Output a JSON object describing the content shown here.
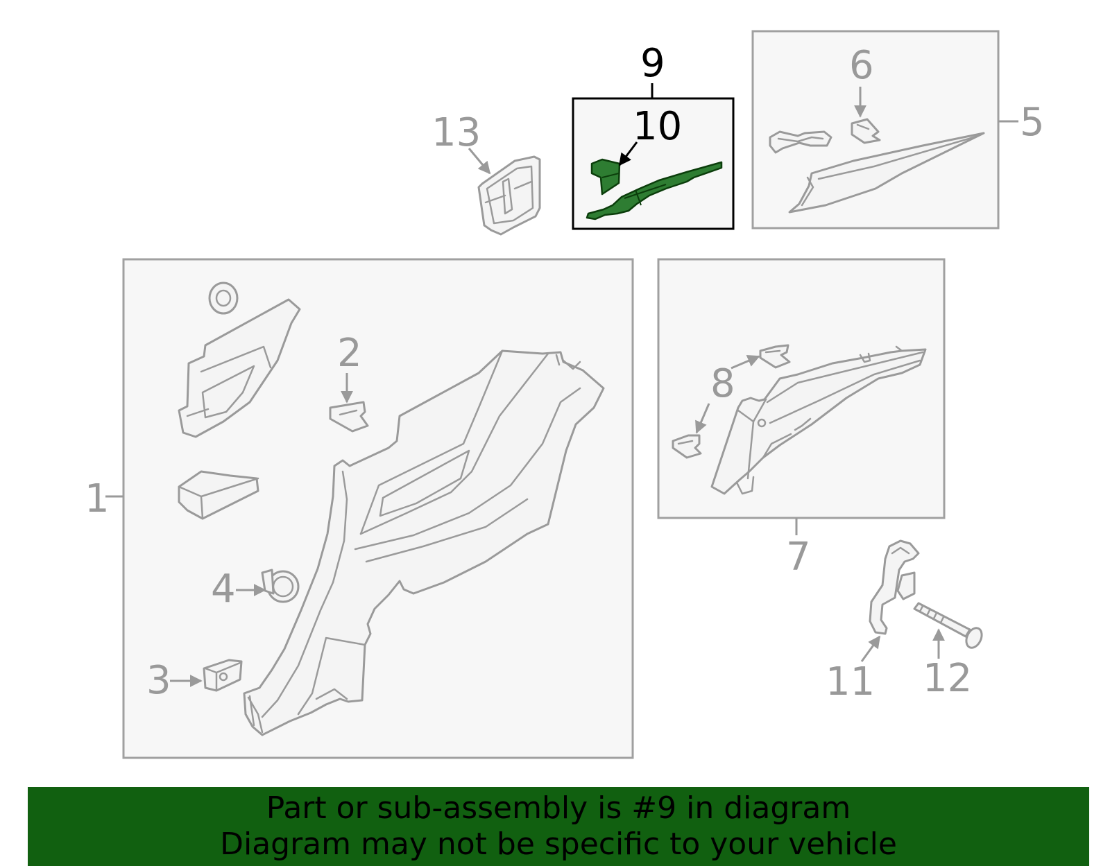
{
  "callouts": {
    "c1": "1",
    "c2": "2",
    "c3": "3",
    "c4": "4",
    "c5": "5",
    "c6": "6",
    "c7": "7",
    "c8": "8",
    "c9": "9",
    "c10": "10",
    "c11": "11",
    "c12": "12",
    "c13": "13"
  },
  "highlighted_part": "9",
  "colors": {
    "highlight_fill": "#2e7d32",
    "banner": "#116010",
    "line_gray": "#9a9a9a"
  },
  "banner": {
    "line1": "Part or sub-assembly is #9 in diagram",
    "line2": "Diagram may not be specific to your vehicle"
  }
}
